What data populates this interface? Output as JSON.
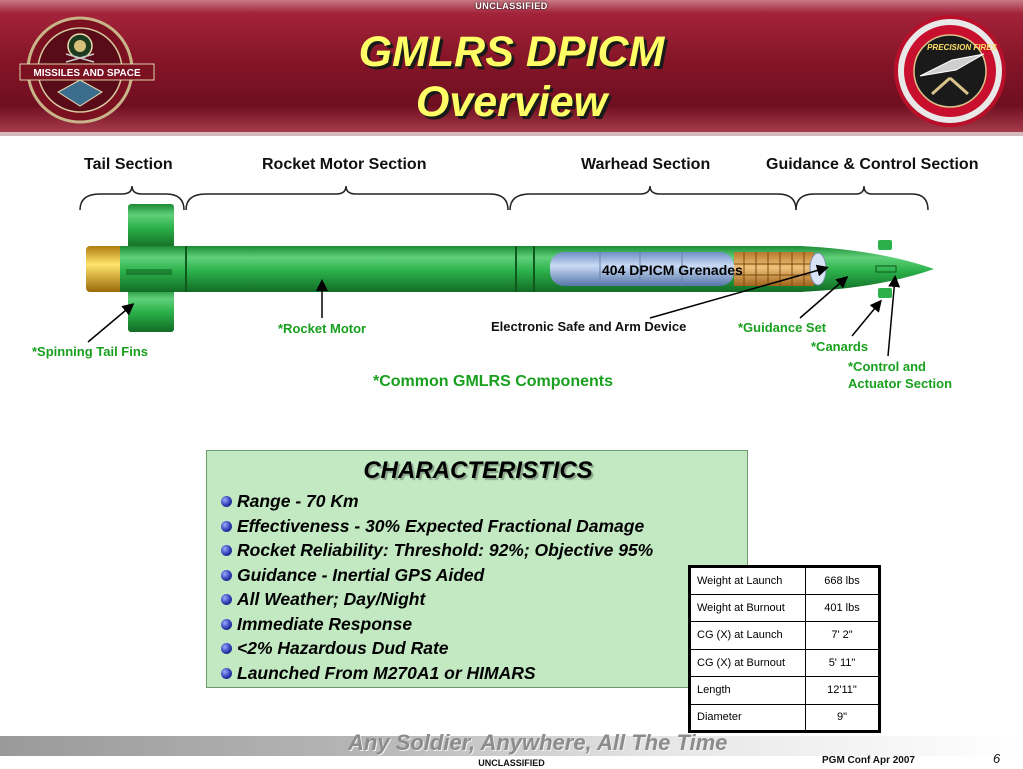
{
  "classification_top": "UNCLASSIFIED",
  "classification_bottom": "UNCLASSIFIED",
  "header": {
    "title_line1": "GMLRS DPICM",
    "title_line2": "Overview",
    "left_seal_banner": "MISSILES AND SPACE",
    "right_seal_text": "PRECISION FIRES"
  },
  "sections": {
    "tail": "Tail Section",
    "rocket_motor": "Rocket Motor Section",
    "warhead": "Warhead Section",
    "guidance": "Guidance & Control Section"
  },
  "callouts": {
    "grenades": "404 DPICM Grenades",
    "spinning_tail_fins": "*Spinning Tail Fins",
    "rocket_motor": "*Rocket Motor",
    "esad": "Electronic Safe and Arm Device",
    "guidance_set": "*Guidance Set",
    "canards": "*Canards",
    "control_actuator_1": "*Control and",
    "control_actuator_2": "Actuator Section",
    "common_components": "*Common GMLRS Components"
  },
  "characteristics": {
    "title": "CHARACTERISTICS",
    "items": [
      "Range   -  70 Km",
      "Effectiveness   -  30% Expected Fractional Damage",
      "Rocket Reliability: Threshold: 92%; Objective 95%",
      "Guidance   -  Inertial GPS Aided",
      "All Weather; Day/Night",
      "Immediate Response",
      "<2% Hazardous Dud Rate",
      "Launched From M270A1 or HIMARS"
    ]
  },
  "specs": [
    {
      "label": "Weight at Launch",
      "value": "668 lbs"
    },
    {
      "label": "Weight at Burnout",
      "value": "401 lbs"
    },
    {
      "label": "CG (X) at Launch",
      "value": "7' 2\""
    },
    {
      "label": "CG (X) at Burnout",
      "value": "5' 11\""
    },
    {
      "label": "Length",
      "value": "12'11\""
    },
    {
      "label": "Diameter",
      "value": "9\""
    }
  ],
  "footer": {
    "slogan": "Any Soldier, Anywhere, All The Time",
    "conference": "PGM Conf Apr 2007",
    "page_number": "6"
  },
  "colors": {
    "banner": "#861528",
    "title": "#ffff66",
    "rocket_body": "#2bb04a",
    "callout_green": "#19a01e",
    "box_bg": "#c2e9c2"
  }
}
